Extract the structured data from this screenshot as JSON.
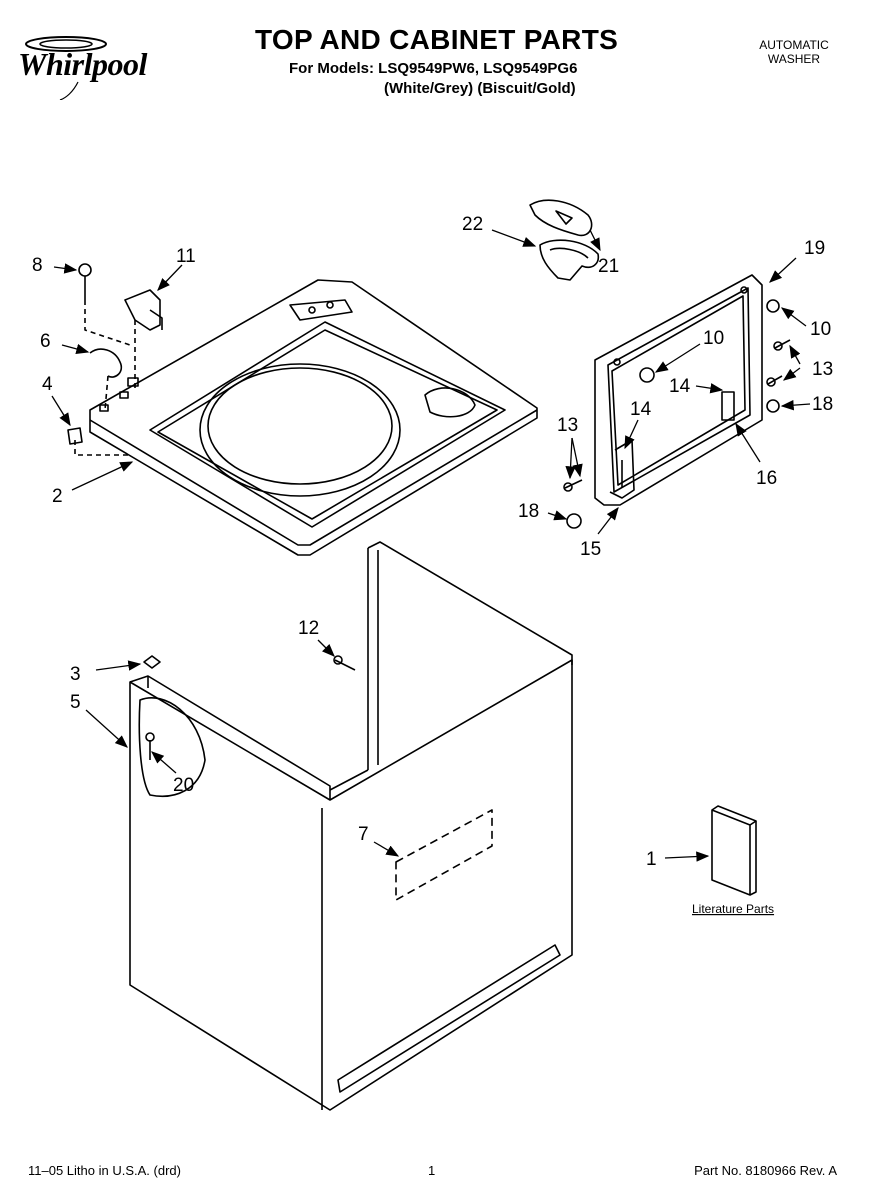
{
  "brand": {
    "logo_text": "Whirlpool"
  },
  "header": {
    "title": "TOP AND CABINET PARTS",
    "models": "For Models: LSQ9549PW6, LSQ9549PG6",
    "variants": "(White/Grey) (Biscuit/Gold)",
    "product_type_line1": "AUTOMATIC",
    "product_type_line2": "WASHER"
  },
  "callouts": {
    "c1": "1",
    "c2": "2",
    "c3": "3",
    "c4": "4",
    "c5": "5",
    "c6": "6",
    "c7": "7",
    "c8": "8",
    "c10a": "10",
    "c10b": "10",
    "c11": "11",
    "c12": "12",
    "c13a": "13",
    "c13b": "13",
    "c14a": "14",
    "c14b": "14",
    "c15": "15",
    "c16": "16",
    "c18a": "18",
    "c18b": "18",
    "c19": "19",
    "c20": "20",
    "c21": "21",
    "c22": "22"
  },
  "literature_label": "Literature Parts",
  "footer": {
    "litho": "11–05 Litho in U.S.A. (drd)",
    "page": "1",
    "part_no": "Part No. 8180966 Rev. A"
  }
}
